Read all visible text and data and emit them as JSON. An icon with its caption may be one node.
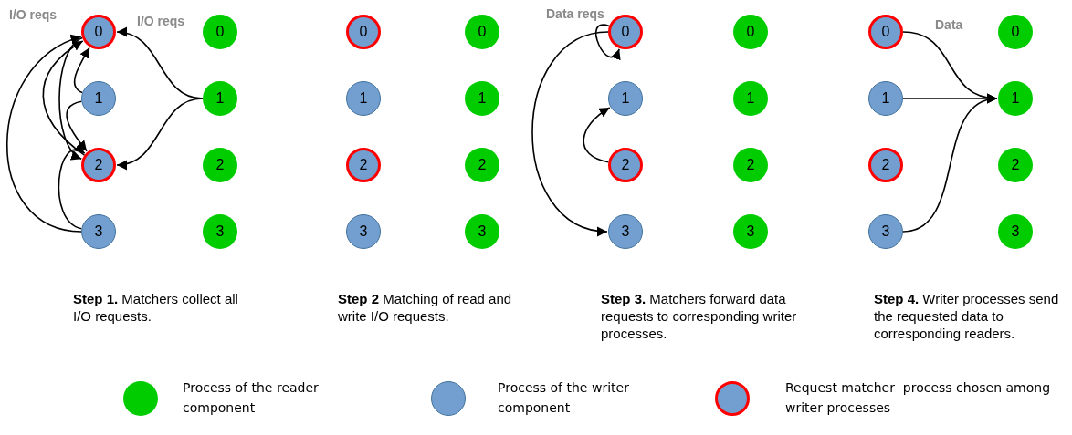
{
  "diagram": {
    "nodes": [
      {
        "text": [
          "0"
        ]
      },
      {
        "text": [
          "1"
        ]
      },
      {
        "text": [
          "2"
        ]
      },
      {
        "text": [
          "3"
        ]
      },
      {
        "text": [
          "0"
        ]
      },
      {
        "text": [
          "1"
        ]
      },
      {
        "text": [
          "2"
        ]
      },
      {
        "text": [
          "3"
        ]
      },
      {
        "text": [
          "0"
        ]
      },
      {
        "text": [
          "1"
        ]
      },
      {
        "text": [
          "2"
        ]
      },
      {
        "text": [
          "3"
        ]
      },
      {
        "text": [
          "0"
        ]
      },
      {
        "text": [
          "1"
        ]
      },
      {
        "text": [
          "2"
        ]
      },
      {
        "text": [
          "3"
        ]
      },
      {
        "text": [
          "0"
        ]
      },
      {
        "text": [
          "1"
        ]
      },
      {
        "text": [
          "2"
        ]
      },
      {
        "text": [
          "3"
        ]
      },
      {
        "text": [
          "0"
        ]
      },
      {
        "text": [
          "1"
        ]
      },
      {
        "text": [
          "2"
        ]
      },
      {
        "text": [
          "3"
        ]
      },
      {
        "text": [
          "0"
        ]
      },
      {
        "text": [
          "1"
        ]
      },
      {
        "text": [
          "2"
        ]
      },
      {
        "text": [
          "3"
        ]
      },
      {
        "text": [
          "0"
        ]
      },
      {
        "text": [
          "1"
        ]
      },
      {
        "text": [
          "2"
        ]
      },
      {
        "text": [
          "3"
        ]
      }
    ],
    "edges": [
      {
        "from": 0,
        "to": 2,
        "arrow": "to"
      },
      {
        "from": 2,
        "to": 0,
        "arrow": "to"
      },
      {
        "from": 1,
        "to": 0,
        "arrow": "to"
      },
      {
        "from": 1,
        "to": 2,
        "arrow": "to"
      },
      {
        "from": 3,
        "to": 0,
        "arrow": "to"
      },
      {
        "from": 3,
        "to": 2,
        "arrow": "to"
      },
      {
        "from": 5,
        "to": 0,
        "arrow": "to"
      },
      {
        "from": 5,
        "to": 2,
        "arrow": "to"
      },
      {
        "from": 16,
        "to": 16,
        "arrow": "to"
      },
      {
        "from": 16,
        "to": 19,
        "arrow": "to"
      },
      {
        "from": 18,
        "to": 17,
        "arrow": "to"
      },
      {
        "from": 24,
        "to": 29,
        "arrow": "to"
      },
      {
        "from": 25,
        "to": 29,
        "arrow": "to"
      },
      {
        "from": 27,
        "to": 29,
        "arrow": "to"
      }
    ],
    "labels": [
      "I/O reqs",
      "I/O reqs",
      "Data reqs",
      "Data",
      "**Step 1.** Matchers collect all I/O requests.",
      "**Step 2** Matching of read and write I/O requests.",
      "**Step 3.** Matchers forward data requests to corresponding writer processes.",
      "**Step 4.** Writer processes send the requested data to corresponding readers."
    ],
    "legend": [
      {
        "text": "Process of the reader component",
        "color": "#00cc00"
      },
      {
        "text": "Process of the writer component",
        "color": "#729fcf"
      },
      {
        "text": "Request matcher  process chosen among writer processes"
      }
    ]
  }
}
